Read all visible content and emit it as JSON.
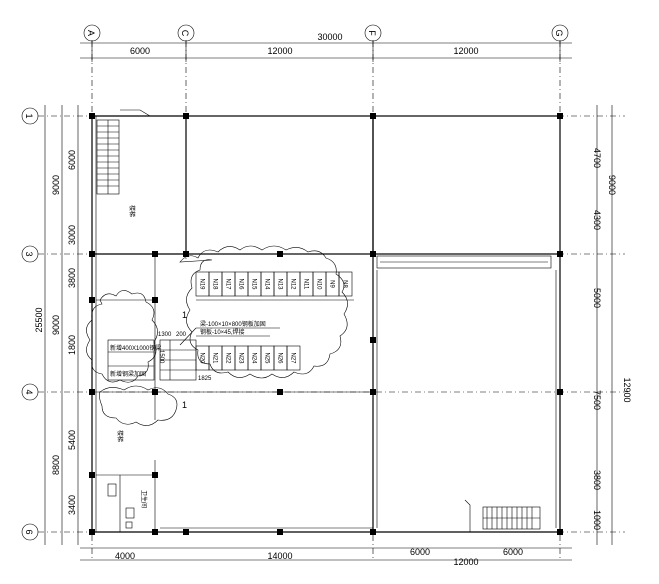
{
  "axes": {
    "columns": [
      "A",
      "C",
      "F",
      "G"
    ],
    "rows": [
      "1",
      "3",
      "4",
      "6"
    ]
  },
  "dims": {
    "top_total": "30000",
    "top_parts": [
      "6000",
      "12000",
      "12000"
    ],
    "bottom_parts": [
      "4000",
      "14000",
      "6000",
      "6000"
    ],
    "bottom_total": "12000",
    "left_total": "25500",
    "left_mid": [
      "9000",
      "9000",
      "8800"
    ],
    "left_inner": [
      "6000",
      "3000",
      "3800",
      "1800",
      "5400",
      "3400"
    ],
    "right_mid": [
      "9000",
      "12900"
    ],
    "right_inner": [
      "4700",
      "4300",
      "5000",
      "7500",
      "3800",
      "1000"
    ]
  },
  "notes": {
    "clouds": [
      "1",
      "1"
    ],
    "beam_note": "梁-100×10×800钢板加固",
    "beam_note2": "钢板-10×45,焊接",
    "rooms_top": [
      "N19",
      "N18",
      "N17",
      "N16",
      "N15",
      "N14",
      "N13",
      "N12",
      "N11",
      "N10",
      "N9",
      "N8"
    ],
    "rooms_bottom": [
      "N20",
      "N21",
      "N22",
      "N23",
      "N24",
      "N25",
      "N26",
      "N27"
    ],
    "small_dims": [
      "1300",
      "200",
      "1500",
      "1825"
    ],
    "labels": [
      "楼梯",
      "卫生间",
      "新增钢梁加固",
      "新增400X1000钢梁"
    ]
  }
}
